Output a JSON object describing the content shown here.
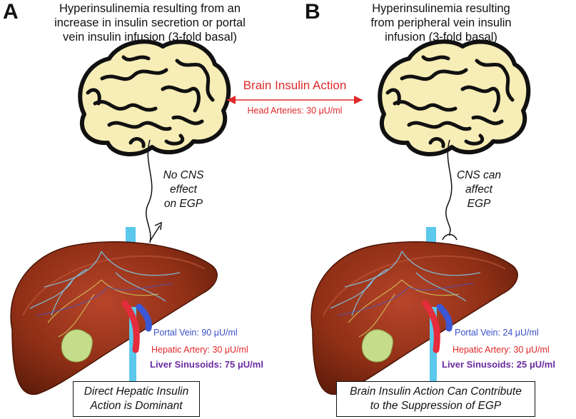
{
  "panel_a": {
    "letter": "A",
    "title_lines": [
      "Hyperinsulinemia resulting from an",
      "increase in insulin secretion or portal",
      "vein insulin infusion (3-fold basal)"
    ],
    "nerve_note_lines": [
      "No CNS",
      "effect",
      "on EGP"
    ],
    "portal_vein": "Portal Vein: 90 μU/ml",
    "hepatic_artery": "Hepatic Artery: 30 μU/ml",
    "liver_sinusoids": "Liver Sinusoids: 75 μU/ml",
    "box_lines": [
      "Direct Hepatic Insulin",
      "Action is Dominant"
    ]
  },
  "panel_b": {
    "letter": "B",
    "title_lines": [
      "Hyperinsulinemia resulting",
      "from peripheral vein insulin",
      "infusion (3-fold basal)"
    ],
    "nerve_note_lines": [
      "CNS can",
      "affect",
      "EGP"
    ],
    "portal_vein": "Portal Vein: 24 μU/ml",
    "hepatic_artery": "Hepatic Artery: 30 μU/ml",
    "liver_sinusoids": "Liver Sinusoids: 25 μU/ml",
    "box_lines": [
      "Brain Insulin Action Can Contribute",
      "to the Suppression of EGP"
    ]
  },
  "center": {
    "title": "Brain Insulin Action",
    "subtitle": "Head Arteries: 30 μU/ml"
  },
  "colors": {
    "red": "#e0282a",
    "blue": "#3a4fc8",
    "purple": "#6a2aa0",
    "brain_fill": "#f7edb6",
    "liver": "#8e2f16",
    "vein_cyan": "#5bc8ec"
  },
  "icons": [
    "brain-icon",
    "liver-icon",
    "nerve-line",
    "double-arrow-icon"
  ]
}
